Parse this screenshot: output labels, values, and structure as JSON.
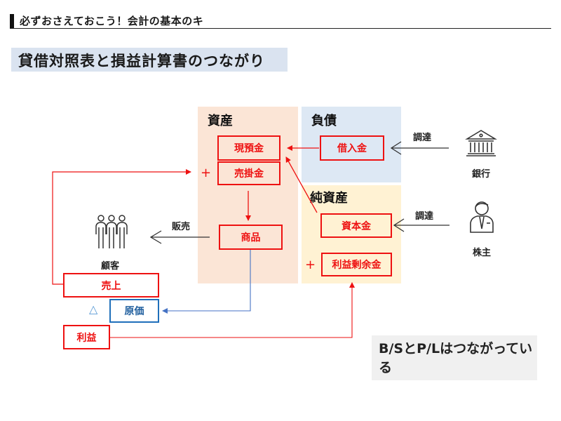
{
  "header": {
    "text": "必ずおさえておこう！会計の基本のキ"
  },
  "title": "貸借対照表と損益計算書のつながり",
  "balance_sheet": {
    "assets": {
      "label": "資産",
      "items": [
        "現預金",
        "売掛金",
        "商品"
      ],
      "plus_sign": "+"
    },
    "liabilities": {
      "label": "負債",
      "items": [
        "借入金"
      ]
    },
    "equity": {
      "label": "純資産",
      "items": [
        "資本金",
        "利益剰余金"
      ],
      "plus_sign": "+"
    }
  },
  "income_statement": {
    "sales": "売上",
    "cost": "原価",
    "cost_sign": "△",
    "profit": "利益"
  },
  "actors": {
    "bank": {
      "label": "銀行",
      "icon": "bank-icon",
      "flow_label": "調達"
    },
    "shareholder": {
      "label": "株主",
      "icon": "businessman-icon",
      "flow_label": "調達"
    },
    "customers": {
      "label": "顧客",
      "icon": "people-group-icon",
      "flow_label": "販売"
    }
  },
  "callout": {
    "text": "B/SとP/Lはつながっている"
  },
  "colors": {
    "accent_red": "#ee1111",
    "accent_blue": "#1f6fba",
    "assets_bg": "#fbe5d6",
    "liabilities_bg": "#dde8f4",
    "equity_bg": "#fff2d3",
    "title_bg": "#dae3f0",
    "callout_bg": "#f0f0f0"
  }
}
